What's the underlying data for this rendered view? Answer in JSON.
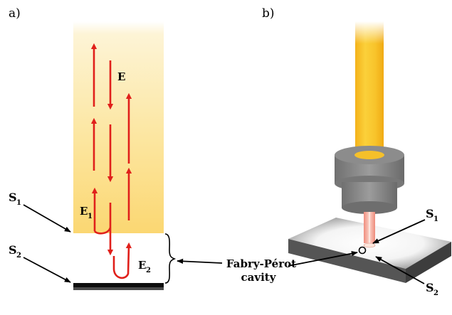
{
  "panel_a": {
    "label": "a)",
    "field_labels": {
      "e": "E",
      "e1_main": "E",
      "e1_sub": "1",
      "e2_main": "E",
      "e2_sub": "2"
    },
    "surface_labels": {
      "s1_main": "S",
      "s1_sub": "1",
      "s2_main": "S",
      "s2_sub": "2"
    }
  },
  "panel_b": {
    "label": "b)",
    "surface_labels": {
      "s1_main": "S",
      "s1_sub": "1",
      "s2_main": "S",
      "s2_sub": "2"
    }
  },
  "cavity_label": {
    "line1": "Fabry-Pérot",
    "line2": "cavity"
  },
  "colors": {
    "beam_yellow": "#f6c21e",
    "beam_pale": "#fdf2cf",
    "arrow_red": "#e0201b",
    "mount_gray": "#8a8a8a",
    "fiber_pink": "#f2a89a"
  }
}
